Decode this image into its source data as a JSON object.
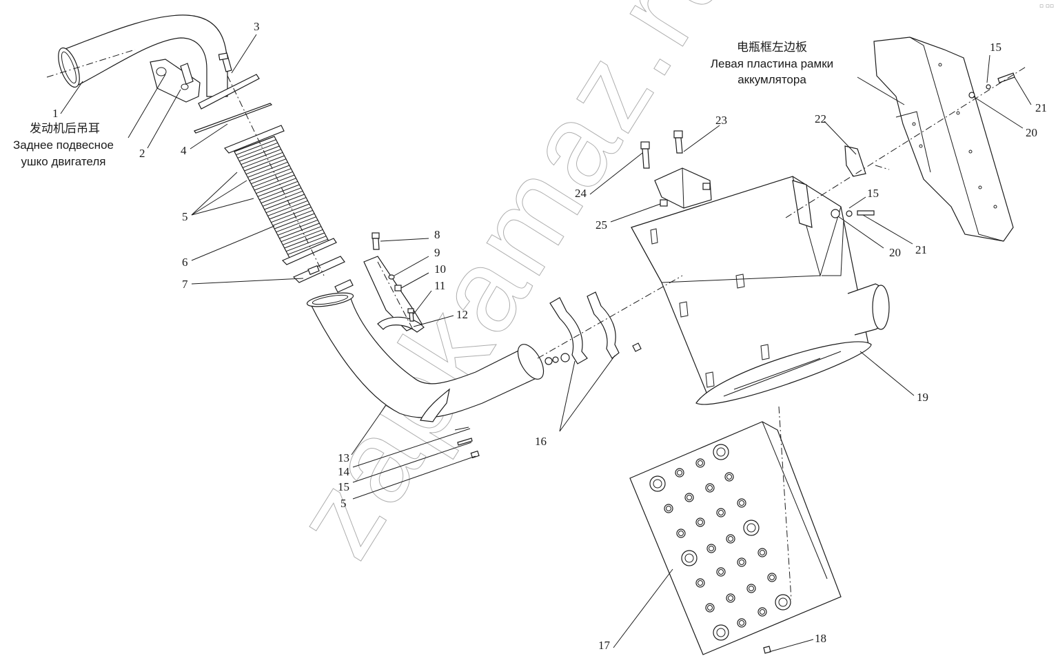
{
  "diagram": {
    "watermark": "zapkamaz.ru",
    "labels": {
      "engine_lug_cn": "发动机后吊耳",
      "engine_lug_ru_1": "Заднее подвесное",
      "engine_lug_ru_2": "ушко двигателя",
      "battery_plate_cn": "电瓶框左边板",
      "battery_plate_ru_1": "Левая пластина рамки",
      "battery_plate_ru_2": "аккумлятора"
    },
    "callouts": {
      "c1": "1",
      "c2": "2",
      "c3": "3",
      "c4": "4",
      "c5a": "5",
      "c6": "6",
      "c7": "7",
      "c8": "8",
      "c9": "9",
      "c10": "10",
      "c11": "11",
      "c12": "12",
      "c13": "13",
      "c14": "14",
      "c15a": "15",
      "c5b": "5",
      "c16": "16",
      "c17": "17",
      "c18": "18",
      "c19": "19",
      "c20a": "20",
      "c21a": "21",
      "c15b": "15",
      "c22": "22",
      "c23": "23",
      "c24": "24",
      "c25": "25",
      "c15c": "15",
      "c21b": "21",
      "c20b": "20"
    }
  }
}
